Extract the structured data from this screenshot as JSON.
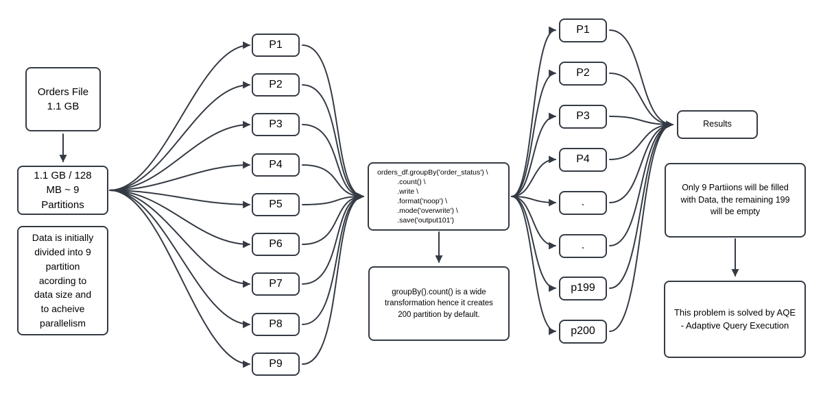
{
  "colors": {
    "stroke": "#343a43",
    "background": "#ffffff",
    "text": "#000000"
  },
  "left_column": {
    "orders_file": "Orders File\n1.1 GB",
    "partition_calc": "1.1 GB / 128\nMB ~ 9\nPartitions",
    "initial_note": "Data is initially\ndivided into 9\npartition\nacording to\ndata size and\nto acheive\nparallelism"
  },
  "stage1": {
    "labels": [
      "P1",
      "P2",
      "P3",
      "P4",
      "P5",
      "P6",
      "P7",
      "P8",
      "P9"
    ]
  },
  "code_node": {
    "code": "orders_df.groupBy('order_status') \\\n          .count() \\\n          .write \\\n          .format('noop') \\\n          .mode('overwrite') \\\n          .save('output101')"
  },
  "wide_note": "groupBy().count() is a wide\ntransformation hence it creates\n200 partition by default.",
  "stage2": {
    "labels": [
      "P1",
      "P2",
      "P3",
      "P4",
      ".",
      ".",
      "p199",
      "p200"
    ]
  },
  "results_label": "Results",
  "filled_note": "Only 9 Partiions will be filled\nwith Data, the remaining 199\nwill be empty",
  "aqe_note": "This problem is solved by AQE\n- Adaptive Query Execution"
}
